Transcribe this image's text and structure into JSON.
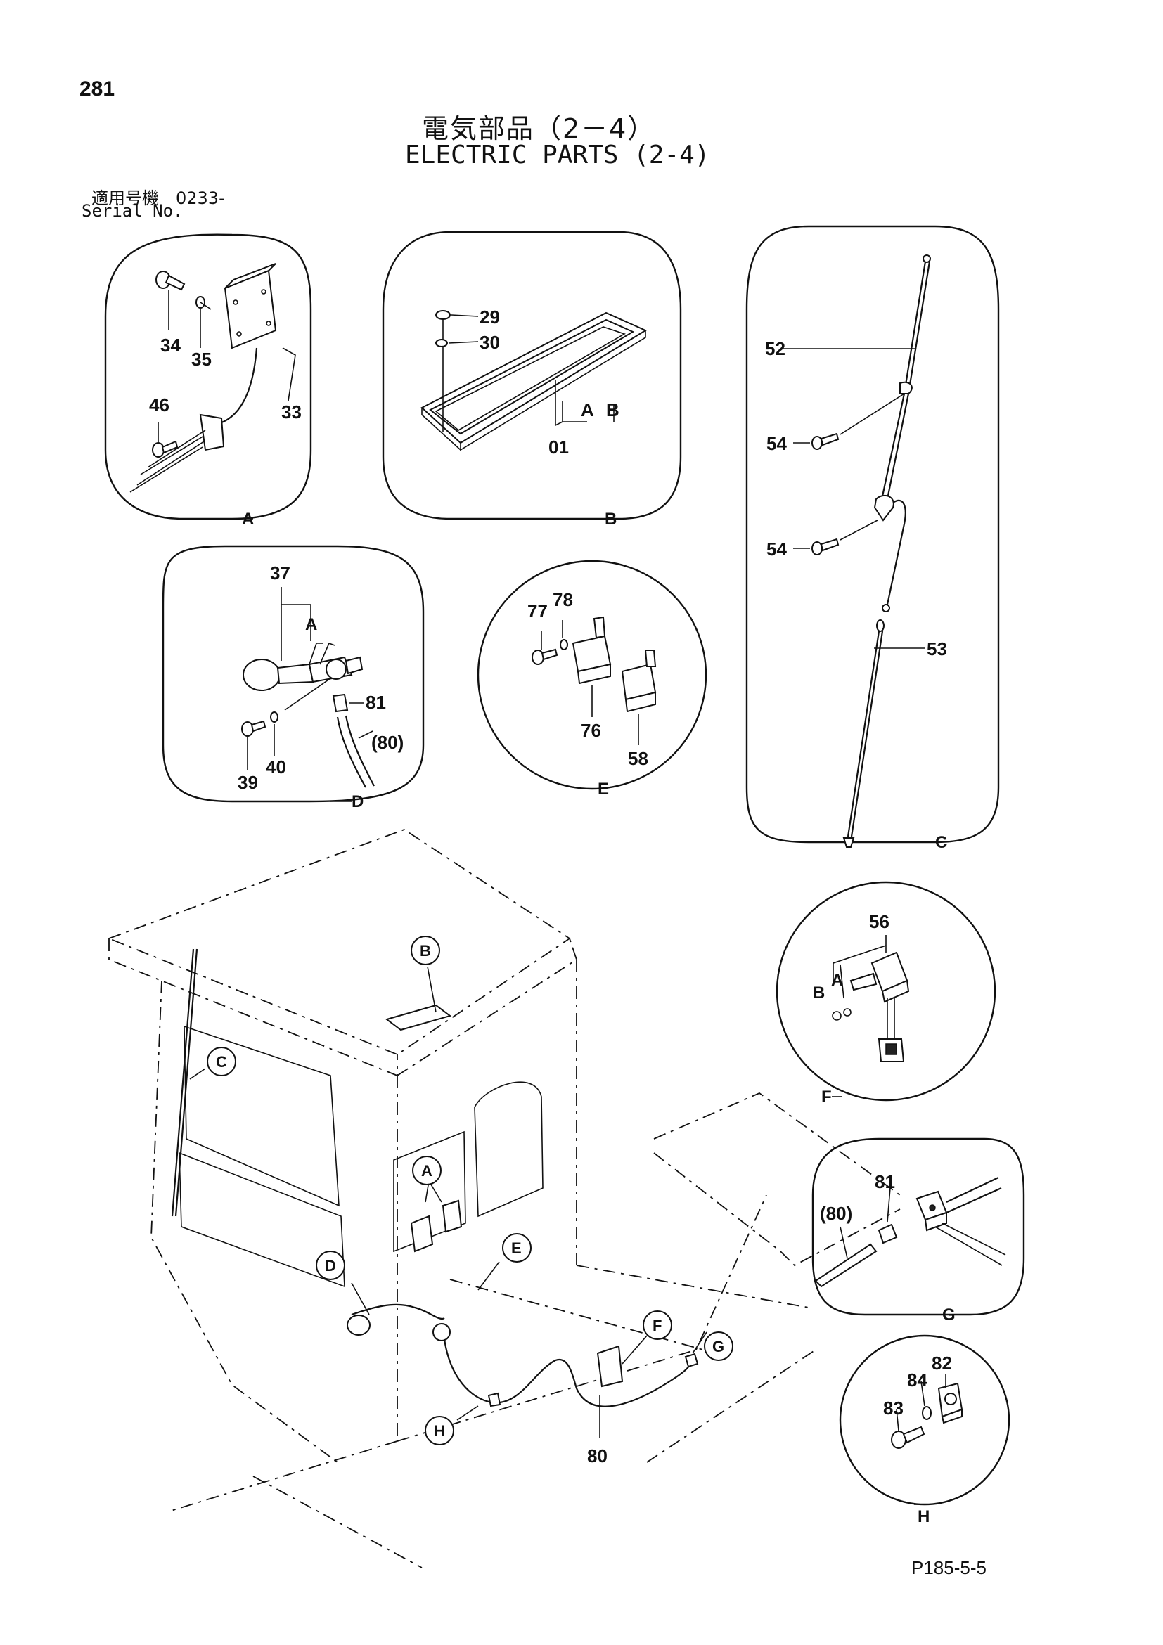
{
  "page": {
    "number": "281",
    "title_jp": "電気部品（2－4）",
    "title_en": "ELECTRIC PARTS (2-4)",
    "serial_label_jp": "適用号機　0233-",
    "serial_label_en": "Serial No.",
    "doc_code": "P185-5-5"
  },
  "details": {
    "A": {
      "label": "A",
      "parts": [
        "34",
        "35",
        "33",
        "46"
      ]
    },
    "B": {
      "label": "B",
      "parts": [
        "29",
        "30",
        "01"
      ],
      "variant_labels": [
        "A",
        "B"
      ]
    },
    "C": {
      "label": "C",
      "parts": [
        "52",
        "54",
        "54",
        "53"
      ]
    },
    "D": {
      "label": "D",
      "parts": [
        "37",
        "81",
        "(80)",
        "39",
        "40"
      ],
      "variant_label": "A"
    },
    "E": {
      "label": "E",
      "parts": [
        "77",
        "78",
        "76",
        "58"
      ]
    },
    "F": {
      "label": "F",
      "parts": [
        "56"
      ],
      "variant_labels": [
        "B",
        "A"
      ]
    },
    "G": {
      "label": "G",
      "parts": [
        "81",
        "(80)"
      ]
    },
    "H": {
      "label": "H",
      "parts": [
        "82",
        "84",
        "83"
      ]
    }
  },
  "main_view": {
    "callouts": [
      "B",
      "C",
      "A",
      "D",
      "E",
      "F",
      "G",
      "H"
    ],
    "part_label": "80"
  }
}
